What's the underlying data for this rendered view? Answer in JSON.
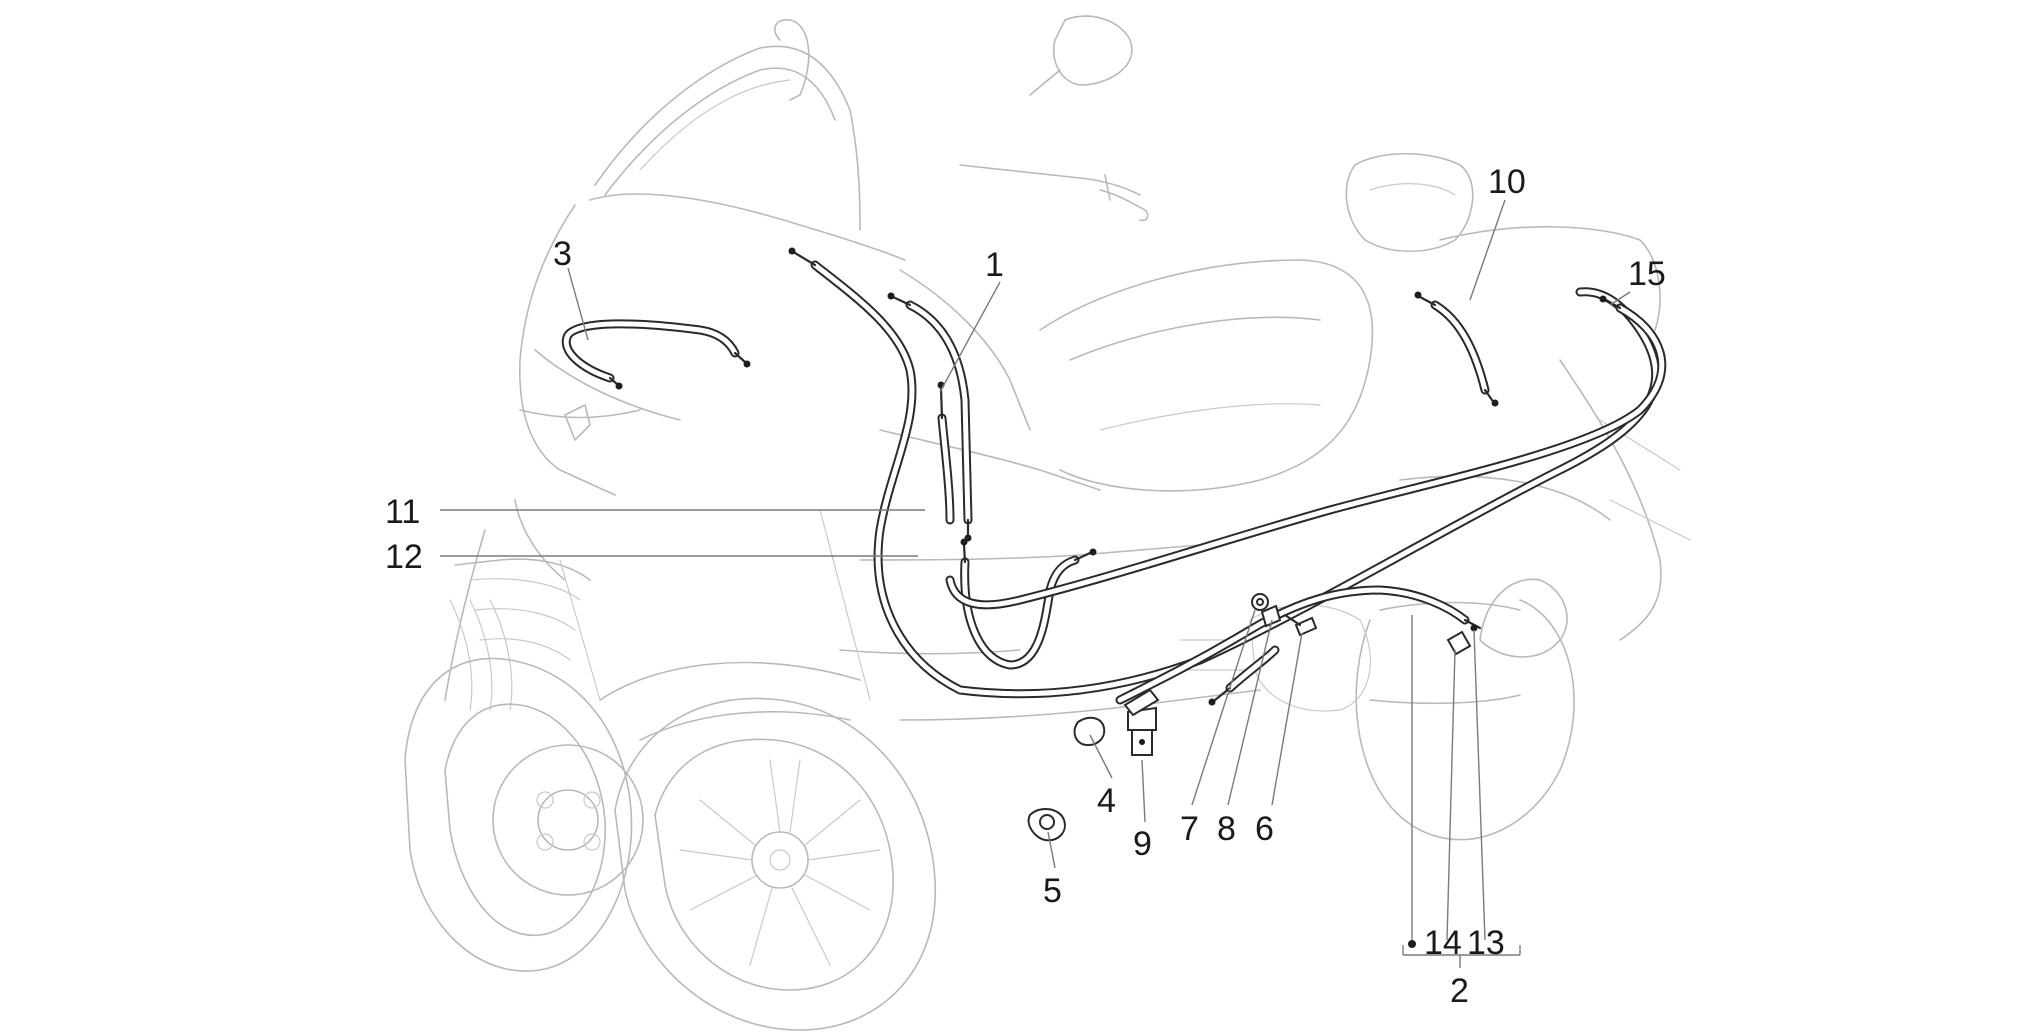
{
  "callouts": {
    "c1": "1",
    "c2": "2",
    "c3": "3",
    "c4": "4",
    "c5": "5",
    "c6": "6",
    "c7": "7",
    "c8": "8",
    "c9": "9",
    "c10": "10",
    "c11": "11",
    "c12": "12",
    "c13": "13",
    "c14": "14",
    "c15": "15"
  },
  "colors": {
    "background": "#ffffff",
    "cable": "#2a2a2a",
    "ghost_outline": "#b9b9b9",
    "leader": "#7a7a7a"
  }
}
